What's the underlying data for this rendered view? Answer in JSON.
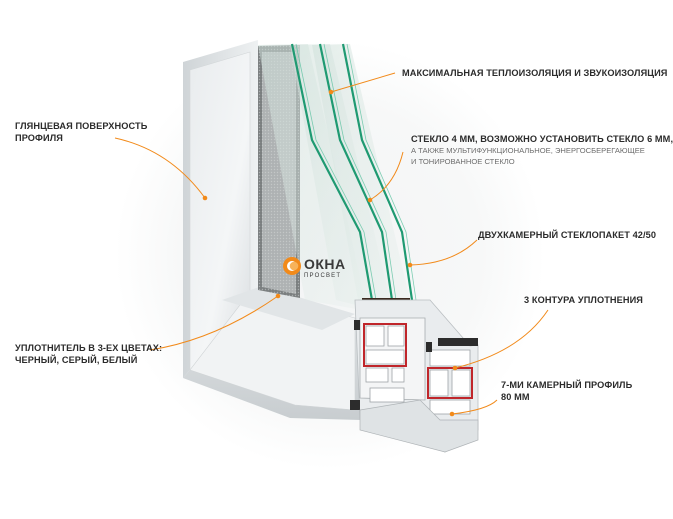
{
  "colors": {
    "accent": "#f28a1a",
    "glass_edge": "#1f9a72",
    "seal": "#c0262b"
  },
  "logo": {
    "name": "ОКНА",
    "tagline": "ПРОСВЕТ"
  },
  "callouts": [
    {
      "id": "gloss",
      "lines": [
        "ГЛЯНЦЕВАЯ ПОВЕРХНОСТЬ",
        "ПРОФИЛЯ"
      ]
    },
    {
      "id": "insulation",
      "lines": [
        "МАКСИМАЛЬНАЯ ТЕПЛОИЗОЛЯЦИЯ И ЗВУКОИЗОЛЯЦИЯ"
      ]
    },
    {
      "id": "glass",
      "lines": [
        "СТЕКЛО 4 ММ, ВОЗМОЖНО УСТАНОВИТЬ СТЕКЛО 6 ММ,"
      ],
      "sub": [
        "А ТАКЖЕ МУЛЬТИФУНКЦИОНАЛЬНОЕ, ЭНЕРГОСБЕРЕГАЮЩЕЕ",
        "И ТОНИРОВАННОЕ СТЕКЛО"
      ]
    },
    {
      "id": "glazing",
      "lines": [
        "ДВУХКАМЕРНЫЙ СТЕКЛОПАКЕТ 42/50"
      ]
    },
    {
      "id": "seal",
      "lines": [
        "3 КОНТУРА УПЛОТНЕНИЯ"
      ]
    },
    {
      "id": "gasket",
      "lines": [
        "УПЛОТНИТЕЛЬ В 3-ЕХ ЦВЕТАХ:",
        "ЧЕРНЫЙ, СЕРЫЙ, БЕЛЫЙ"
      ]
    },
    {
      "id": "profile",
      "lines": [
        "7-МИ КАМЕРНЫЙ ПРОФИЛЬ",
        "80 ММ"
      ]
    }
  ]
}
